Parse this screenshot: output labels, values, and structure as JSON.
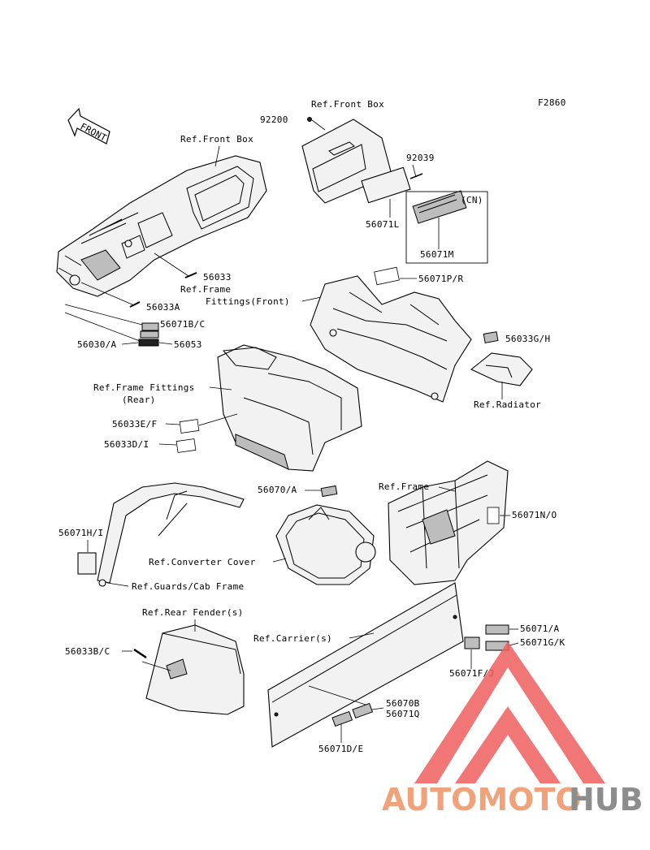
{
  "figure_code": "F2860",
  "front_arrow_label": "FRONT",
  "labels": {
    "ref_front_box_top": "Ref.Front Box",
    "ref_front_box_left": "Ref.Front Box",
    "p92200": "92200",
    "p92039": "92039",
    "cn": "(CN)",
    "p56071L": "56071L",
    "p56071M": "56071M",
    "p56071PR": "56071P/R",
    "p56033": "56033",
    "ref_frame_fittings_front_1": "Ref.Frame",
    "ref_frame_fittings_front_2": "Fittings(Front)",
    "p56033A": "56033A",
    "p56071BC": "56071B/C",
    "p56030A": "56030/A",
    "p56053": "56053",
    "p56033GH": "56033G/H",
    "ref_radiator": "Ref.Radiator",
    "ref_frame_fittings_rear_1": "Ref.Frame Fittings",
    "ref_frame_fittings_rear_2": "(Rear)",
    "p56033EF": "56033E/F",
    "p56033DI": "56033D/I",
    "p56070A": "56070/A",
    "ref_frame": "Ref.Frame",
    "p56071NO": "56071N/O",
    "p56071HI": "56071H/I",
    "ref_converter_cover": "Ref.Converter Cover",
    "ref_guards_cab_frame": "Ref.Guards/Cab Frame",
    "ref_rear_fender": "Ref.Rear Fender(s)",
    "ref_carrier": "Ref.Carrier(s)",
    "p56071A": "56071/A",
    "p56071GK": "56071G/K",
    "p56033BC": "56033B/C",
    "p56071FJ": "56071F/J",
    "p56070B": "56070B",
    "p56071Q": "56071Q",
    "p56071DE": "56071D/E"
  },
  "watermark": {
    "part1": "AUTOMOTO",
    "part2": "HUB",
    "color1": "#f0a37a",
    "color2": "#8d8d8d",
    "logo_color": "#ef5f5f"
  }
}
